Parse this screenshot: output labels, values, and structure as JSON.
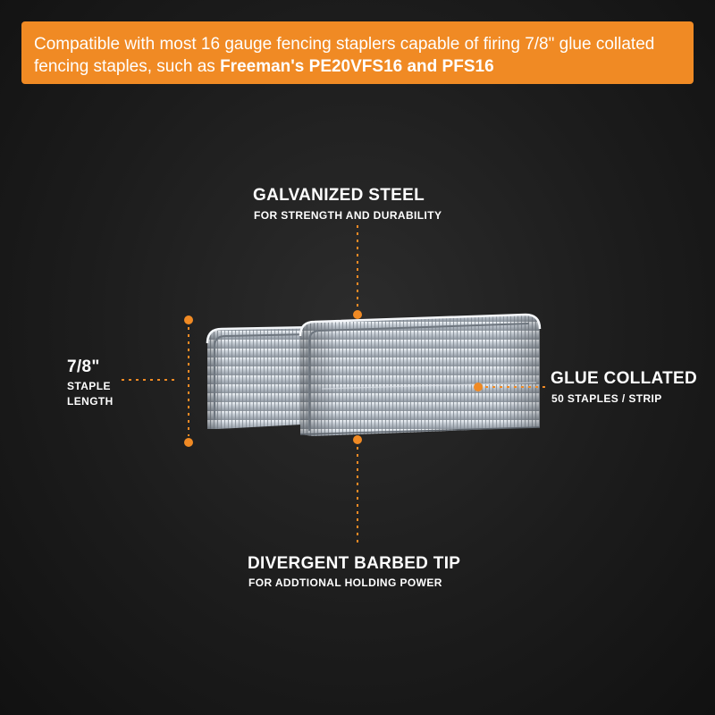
{
  "banner": {
    "text_before": "Compatible with most 16 gauge fencing staplers capable of firing 7/8\" glue collated fencing staples, such as ",
    "text_bold": "Freeman's PE20VFS16 and PFS16"
  },
  "features": {
    "top": {
      "title": "GALVANIZED STEEL",
      "subtitle": "FOR STRENGTH AND DURABILITY"
    },
    "left": {
      "title": "7/8\"",
      "line1": "STAPLE",
      "line2": "LENGTH"
    },
    "right": {
      "title": "GLUE COLLATED",
      "subtitle": "50 STAPLES / STRIP"
    },
    "bottom": {
      "title": "DIVERGENT BARBED TIP",
      "subtitle": "FOR ADDTIONAL HOLDING POWER"
    }
  },
  "colors": {
    "accent": "#f08a24",
    "background": "#1c1c1c",
    "text": "#ffffff"
  },
  "icons": {
    "product": "fencing-staples-strip"
  }
}
